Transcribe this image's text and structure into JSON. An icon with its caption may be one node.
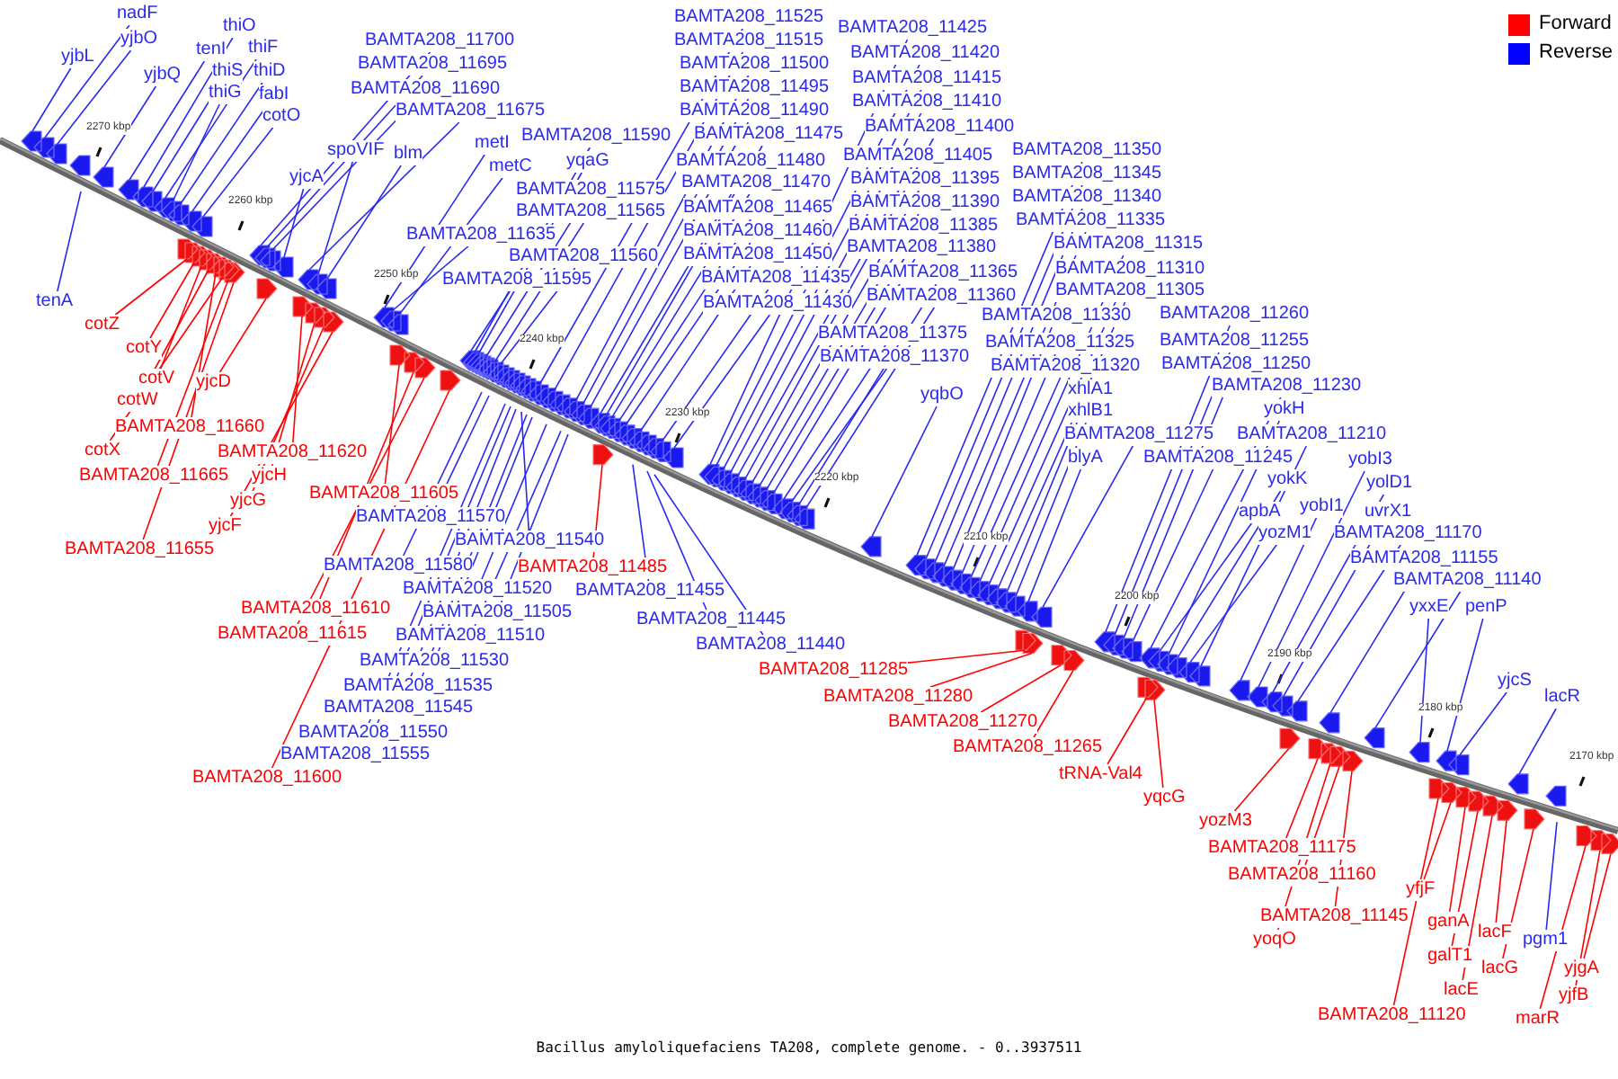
{
  "diagram": {
    "caption": "Bacillus amyloliquefaciens TA208, complete genome. - 0..3937511",
    "nodes": [
      {
        "text": [
          "yjbL"
        ]
      },
      {
        "text": [
          "nadF"
        ]
      },
      {
        "text": [
          "yjbO"
        ]
      },
      {
        "text": [
          "yjbQ"
        ]
      },
      {
        "text": [
          "tenI"
        ]
      },
      {
        "text": [
          "thiO"
        ]
      },
      {
        "text": [
          "thiF"
        ]
      },
      {
        "text": [
          "thiS"
        ]
      },
      {
        "text": [
          "thiD"
        ]
      },
      {
        "text": [
          "thiG"
        ]
      },
      {
        "text": [
          "fabI"
        ]
      },
      {
        "text": [
          "cotO"
        ]
      },
      {
        "text": [
          "BAMTA208_11700"
        ]
      },
      {
        "text": [
          "BAMTA208_11695"
        ]
      },
      {
        "text": [
          "BAMTA208_11690"
        ]
      },
      {
        "text": [
          "BAMTA208_11675"
        ]
      },
      {
        "text": [
          "yjcA"
        ]
      },
      {
        "text": [
          "spoVIF"
        ]
      },
      {
        "text": [
          "blm"
        ]
      },
      {
        "text": [
          "metI"
        ]
      },
      {
        "text": [
          "metC"
        ]
      },
      {
        "text": [
          "BAMTA208_11635"
        ]
      },
      {
        "text": [
          "BAMTA208_11595"
        ]
      },
      {
        "text": [
          "BAMTA208_11590"
        ]
      },
      {
        "text": [
          "yqaG"
        ]
      },
      {
        "text": [
          "BAMTA208_11575"
        ]
      },
      {
        "text": [
          "BAMTA208_11565"
        ]
      },
      {
        "text": [
          "BAMTA208_11560"
        ]
      },
      {
        "text": [
          "BAMTA208_11525"
        ]
      },
      {
        "text": [
          "BAMTA208_11515"
        ]
      },
      {
        "text": [
          "BAMTA208_11500"
        ]
      },
      {
        "text": [
          "BAMTA208_11495"
        ]
      },
      {
        "text": [
          "BAMTA208_11490"
        ]
      },
      {
        "text": [
          "BAMTA208_11475"
        ]
      },
      {
        "text": [
          "BAMTA208_11480"
        ]
      },
      {
        "text": [
          "BAMTA208_11470"
        ]
      },
      {
        "text": [
          "BAMTA208_11465"
        ]
      },
      {
        "text": [
          "BAMTA208_11460"
        ]
      },
      {
        "text": [
          "BAMTA208_11450"
        ]
      },
      {
        "text": [
          "BAMTA208_11435"
        ]
      },
      {
        "text": [
          "BAMTA208_11430"
        ]
      },
      {
        "text": [
          "BAMTA208_11425"
        ]
      },
      {
        "text": [
          "BAMTA208_11420"
        ]
      },
      {
        "text": [
          "BAMTA208_11415"
        ]
      },
      {
        "text": [
          "BAMTA208_11410"
        ]
      },
      {
        "text": [
          "BAMTA208_11400"
        ]
      },
      {
        "text": [
          "BAMTA208_11405"
        ]
      },
      {
        "text": [
          "BAMTA208_11395"
        ]
      },
      {
        "text": [
          "BAMTA208_11390"
        ]
      },
      {
        "text": [
          "BAMTA208_11385"
        ]
      },
      {
        "text": [
          "BAMTA208_11380"
        ]
      },
      {
        "text": [
          "BAMTA208_11365"
        ]
      },
      {
        "text": [
          "BAMTA208_11360"
        ]
      },
      {
        "text": [
          "BAMTA208_11375"
        ]
      },
      {
        "text": [
          "BAMTA208_11370"
        ]
      },
      {
        "text": [
          "yqbO"
        ]
      },
      {
        "text": [
          "BAMTA208_11350"
        ]
      },
      {
        "text": [
          "BAMTA208_11345"
        ]
      },
      {
        "text": [
          "BAMTA208_11340"
        ]
      },
      {
        "text": [
          "BAMTA208_11335"
        ]
      },
      {
        "text": [
          "BAMTA208_11315"
        ]
      },
      {
        "text": [
          "BAMTA208_11310"
        ]
      },
      {
        "text": [
          "BAMTA208_11305"
        ]
      },
      {
        "text": [
          "BAMTA208_11330"
        ]
      },
      {
        "text": [
          "BAMTA208_11325"
        ]
      },
      {
        "text": [
          "BAMTA208_11320"
        ]
      },
      {
        "text": [
          "xhlA1"
        ]
      },
      {
        "text": [
          "xhlB1"
        ]
      },
      {
        "text": [
          "BAMTA208_11275"
        ]
      },
      {
        "text": [
          "blyA"
        ]
      },
      {
        "text": [
          "BAMTA208_11260"
        ]
      },
      {
        "text": [
          "BAMTA208_11255"
        ]
      },
      {
        "text": [
          "BAMTA208_11250"
        ]
      },
      {
        "text": [
          "BAMTA208_11230"
        ]
      },
      {
        "text": [
          "yokH"
        ]
      },
      {
        "text": [
          "BAMTA208_11210"
        ]
      },
      {
        "text": [
          "BAMTA208_11245"
        ]
      },
      {
        "text": [
          "yobI3"
        ]
      },
      {
        "text": [
          "yokK"
        ]
      },
      {
        "text": [
          "yolD1"
        ]
      },
      {
        "text": [
          "apbA"
        ]
      },
      {
        "text": [
          "yobI1"
        ]
      },
      {
        "text": [
          "uvrX1"
        ]
      },
      {
        "text": [
          "yozM1"
        ]
      },
      {
        "text": [
          "BAMTA208_11170"
        ]
      },
      {
        "text": [
          "BAMTA208_11155"
        ]
      },
      {
        "text": [
          "BAMTA208_11140"
        ]
      },
      {
        "text": [
          "yxxE"
        ]
      },
      {
        "text": [
          "penP"
        ]
      },
      {
        "text": [
          "yjcS"
        ]
      },
      {
        "text": [
          "lacR"
        ]
      },
      {
        "text": [
          "tenA"
        ]
      },
      {
        "text": [
          "BAMTA208_11570"
        ]
      },
      {
        "text": [
          "BAMTA208_11540"
        ]
      },
      {
        "text": [
          "BAMTA208_11580"
        ]
      },
      {
        "text": [
          "BAMTA208_11520"
        ]
      },
      {
        "text": [
          "BAMTA208_11505"
        ]
      },
      {
        "text": [
          "BAMTA208_11510"
        ]
      },
      {
        "text": [
          "BAMTA208_11530"
        ]
      },
      {
        "text": [
          "BAMTA208_11535"
        ]
      },
      {
        "text": [
          "BAMTA208_11545"
        ]
      },
      {
        "text": [
          "BAMTA208_11550"
        ]
      },
      {
        "text": [
          "BAMTA208_11555"
        ]
      },
      {
        "text": [
          "BAMTA208_11455"
        ]
      },
      {
        "text": [
          "BAMTA208_11445"
        ]
      },
      {
        "text": [
          "BAMTA208_11440"
        ]
      },
      {
        "text": [
          "pgm1"
        ]
      },
      {
        "text": [
          "cotZ"
        ]
      },
      {
        "text": [
          "cotY"
        ]
      },
      {
        "text": [
          "cotV"
        ]
      },
      {
        "text": [
          "cotW"
        ]
      },
      {
        "text": [
          "yjcD"
        ]
      },
      {
        "text": [
          "BAMTA208_11660"
        ]
      },
      {
        "text": [
          "cotX"
        ]
      },
      {
        "text": [
          "BAMTA208_11620"
        ]
      },
      {
        "text": [
          "BAMTA208_11665"
        ]
      },
      {
        "text": [
          "yjcH"
        ]
      },
      {
        "text": [
          "yjcG"
        ]
      },
      {
        "text": [
          "yjcF"
        ]
      },
      {
        "text": [
          "BAMTA208_11655"
        ]
      },
      {
        "text": [
          "BAMTA208_11605"
        ]
      },
      {
        "text": [
          "BAMTA208_11485"
        ]
      },
      {
        "text": [
          "BAMTA208_11610"
        ]
      },
      {
        "text": [
          "BAMTA208_11615"
        ]
      },
      {
        "text": [
          "BAMTA208_11600"
        ]
      },
      {
        "text": [
          "BAMTA208_11285"
        ]
      },
      {
        "text": [
          "BAMTA208_11280"
        ]
      },
      {
        "text": [
          "BAMTA208_11270"
        ]
      },
      {
        "text": [
          "BAMTA208_11265"
        ]
      },
      {
        "text": [
          "tRNA-Val4"
        ]
      },
      {
        "text": [
          "yqcG"
        ]
      },
      {
        "text": [
          "yozM3"
        ]
      },
      {
        "text": [
          "BAMTA208_11175"
        ]
      },
      {
        "text": [
          "BAMTA208_11160"
        ]
      },
      {
        "text": [
          "BAMTA208_11145"
        ]
      },
      {
        "text": [
          "yoqO"
        ]
      },
      {
        "text": [
          "yfjF"
        ]
      },
      {
        "text": [
          "ganA"
        ]
      },
      {
        "text": [
          "galT1"
        ]
      },
      {
        "text": [
          "lacE"
        ]
      },
      {
        "text": [
          "lacF"
        ]
      },
      {
        "text": [
          "lacG"
        ]
      },
      {
        "text": [
          "BAMTA208_11120"
        ]
      },
      {
        "text": [
          "marR"
        ]
      },
      {
        "text": [
          "yjfB"
        ]
      },
      {
        "text": [
          "yjgA"
        ]
      }
    ],
    "edges": [
      {
        "from": 0,
        "to": null,
        "arrow": "none"
      },
      {
        "from": 1,
        "to": null,
        "arrow": "none"
      },
      {
        "from": 2,
        "to": null,
        "arrow": "none"
      },
      {
        "from": 3,
        "to": null,
        "arrow": "none"
      },
      {
        "from": 4,
        "to": null,
        "arrow": "none"
      },
      {
        "from": 5,
        "to": null,
        "arrow": "none"
      },
      {
        "from": 6,
        "to": null,
        "arrow": "none"
      },
      {
        "from": 7,
        "to": null,
        "arrow": "none"
      },
      {
        "from": 8,
        "to": null,
        "arrow": "none"
      },
      {
        "from": 9,
        "to": null,
        "arrow": "none"
      },
      {
        "from": 10,
        "to": null,
        "arrow": "none"
      },
      {
        "from": 11,
        "to": null,
        "arrow": "none"
      },
      {
        "from": 12,
        "to": null,
        "arrow": "none"
      },
      {
        "from": 13,
        "to": null,
        "arrow": "none"
      },
      {
        "from": 14,
        "to": null,
        "arrow": "none"
      },
      {
        "from": 15,
        "to": null,
        "arrow": "none"
      },
      {
        "from": 16,
        "to": null,
        "arrow": "none"
      },
      {
        "from": 17,
        "to": null,
        "arrow": "none"
      },
      {
        "from": 18,
        "to": null,
        "arrow": "none"
      },
      {
        "from": 19,
        "to": null,
        "arrow": "none"
      },
      {
        "from": 20,
        "to": null,
        "arrow": "none"
      },
      {
        "from": 21,
        "to": null,
        "arrow": "none"
      },
      {
        "from": 22,
        "to": null,
        "arrow": "none"
      },
      {
        "from": 23,
        "to": null,
        "arrow": "none"
      },
      {
        "from": 24,
        "to": null,
        "arrow": "none"
      },
      {
        "from": 25,
        "to": null,
        "arrow": "none"
      },
      {
        "from": 26,
        "to": null,
        "arrow": "none"
      },
      {
        "from": 27,
        "to": null,
        "arrow": "none"
      },
      {
        "from": 28,
        "to": null,
        "arrow": "none"
      },
      {
        "from": 29,
        "to": null,
        "arrow": "none"
      },
      {
        "from": 30,
        "to": null,
        "arrow": "none"
      },
      {
        "from": 31,
        "to": null,
        "arrow": "none"
      },
      {
        "from": 32,
        "to": null,
        "arrow": "none"
      },
      {
        "from": 33,
        "to": null,
        "arrow": "none"
      },
      {
        "from": 34,
        "to": null,
        "arrow": "none"
      },
      {
        "from": 35,
        "to": null,
        "arrow": "none"
      },
      {
        "from": 36,
        "to": null,
        "arrow": "none"
      },
      {
        "from": 37,
        "to": null,
        "arrow": "none"
      },
      {
        "from": 38,
        "to": null,
        "arrow": "none"
      },
      {
        "from": 39,
        "to": null,
        "arrow": "none"
      },
      {
        "from": 40,
        "to": null,
        "arrow": "none"
      },
      {
        "from": 41,
        "to": null,
        "arrow": "none"
      },
      {
        "from": 42,
        "to": null,
        "arrow": "none"
      },
      {
        "from": 43,
        "to": null,
        "arrow": "none"
      },
      {
        "from": 44,
        "to": null,
        "arrow": "none"
      },
      {
        "from": 45,
        "to": null,
        "arrow": "none"
      },
      {
        "from": 46,
        "to": null,
        "arrow": "none"
      },
      {
        "from": 47,
        "to": null,
        "arrow": "none"
      },
      {
        "from": 48,
        "to": null,
        "arrow": "none"
      },
      {
        "from": 49,
        "to": null,
        "arrow": "none"
      },
      {
        "from": 50,
        "to": null,
        "arrow": "none"
      },
      {
        "from": 51,
        "to": null,
        "arrow": "none"
      },
      {
        "from": 52,
        "to": null,
        "arrow": "none"
      },
      {
        "from": 53,
        "to": null,
        "arrow": "none"
      },
      {
        "from": 54,
        "to": null,
        "arrow": "none"
      },
      {
        "from": 55,
        "to": null,
        "arrow": "none"
      },
      {
        "from": 56,
        "to": null,
        "arrow": "none"
      },
      {
        "from": 57,
        "to": null,
        "arrow": "none"
      },
      {
        "from": 58,
        "to": null,
        "arrow": "none"
      },
      {
        "from": 59,
        "to": null,
        "arrow": "none"
      },
      {
        "from": 60,
        "to": null,
        "arrow": "none"
      },
      {
        "from": 61,
        "to": null,
        "arrow": "none"
      },
      {
        "from": 62,
        "to": null,
        "arrow": "none"
      },
      {
        "from": 63,
        "to": null,
        "arrow": "none"
      },
      {
        "from": 64,
        "to": null,
        "arrow": "none"
      },
      {
        "from": 65,
        "to": null,
        "arrow": "none"
      },
      {
        "from": 66,
        "to": null,
        "arrow": "none"
      },
      {
        "from": 67,
        "to": null,
        "arrow": "none"
      },
      {
        "from": 68,
        "to": null,
        "arrow": "none"
      },
      {
        "from": 69,
        "to": null,
        "arrow": "none"
      },
      {
        "from": 70,
        "to": null,
        "arrow": "none"
      },
      {
        "from": 71,
        "to": null,
        "arrow": "none"
      },
      {
        "from": 72,
        "to": null,
        "arrow": "none"
      },
      {
        "from": 73,
        "to": null,
        "arrow": "none"
      },
      {
        "from": 74,
        "to": null,
        "arrow": "none"
      },
      {
        "from": 75,
        "to": null,
        "arrow": "none"
      },
      {
        "from": 76,
        "to": null,
        "arrow": "none"
      },
      {
        "from": 77,
        "to": null,
        "arrow": "none"
      },
      {
        "from": 78,
        "to": null,
        "arrow": "none"
      },
      {
        "from": 79,
        "to": null,
        "arrow": "none"
      },
      {
        "from": 80,
        "to": null,
        "arrow": "none"
      },
      {
        "from": 81,
        "to": null,
        "arrow": "none"
      },
      {
        "from": 82,
        "to": null,
        "arrow": "none"
      },
      {
        "from": 83,
        "to": null,
        "arrow": "none"
      },
      {
        "from": 84,
        "to": null,
        "arrow": "none"
      },
      {
        "from": 85,
        "to": null,
        "arrow": "none"
      },
      {
        "from": 86,
        "to": null,
        "arrow": "none"
      },
      {
        "from": 87,
        "to": null,
        "arrow": "none"
      },
      {
        "from": 88,
        "to": null,
        "arrow": "none"
      },
      {
        "from": 89,
        "to": null,
        "arrow": "none"
      },
      {
        "from": 90,
        "to": null,
        "arrow": "none"
      },
      {
        "from": 91,
        "to": null,
        "arrow": "none"
      },
      {
        "from": 92,
        "to": null,
        "arrow": "none"
      },
      {
        "from": 93,
        "to": null,
        "arrow": "none"
      },
      {
        "from": 94,
        "to": null,
        "arrow": "none"
      },
      {
        "from": 95,
        "to": null,
        "arrow": "none"
      },
      {
        "from": 96,
        "to": null,
        "arrow": "none"
      },
      {
        "from": 97,
        "to": null,
        "arrow": "none"
      },
      {
        "from": 98,
        "to": null,
        "arrow": "none"
      },
      {
        "from": 99,
        "to": null,
        "arrow": "none"
      },
      {
        "from": 100,
        "to": null,
        "arrow": "none"
      },
      {
        "from": 101,
        "to": null,
        "arrow": "none"
      },
      {
        "from": 102,
        "to": null,
        "arrow": "none"
      },
      {
        "from": 103,
        "to": null,
        "arrow": "none"
      },
      {
        "from": 104,
        "to": null,
        "arrow": "none"
      },
      {
        "from": 105,
        "to": null,
        "arrow": "none"
      },
      {
        "from": 106,
        "to": null,
        "arrow": "none"
      },
      {
        "from": 107,
        "to": null,
        "arrow": "none",
        "color": "#ff0000"
      },
      {
        "from": 108,
        "to": null,
        "arrow": "none",
        "color": "#ff0000"
      },
      {
        "from": 109,
        "to": null,
        "arrow": "none",
        "color": "#ff0000"
      },
      {
        "from": 110,
        "to": null,
        "arrow": "none",
        "color": "#ff0000"
      },
      {
        "from": 111,
        "to": null,
        "arrow": "none",
        "color": "#ff0000"
      },
      {
        "from": 112,
        "to": null,
        "arrow": "none",
        "color": "#ff0000"
      },
      {
        "from": 113,
        "to": null,
        "arrow": "none",
        "color": "#ff0000"
      },
      {
        "from": 114,
        "to": null,
        "arrow": "none",
        "color": "#ff0000"
      },
      {
        "from": 115,
        "to": null,
        "arrow": "none",
        "color": "#ff0000"
      },
      {
        "from": 116,
        "to": null,
        "arrow": "none",
        "color": "#ff0000"
      },
      {
        "from": 117,
        "to": null,
        "arrow": "none",
        "color": "#ff0000"
      },
      {
        "from": 118,
        "to": null,
        "arrow": "none",
        "color": "#ff0000"
      },
      {
        "from": 119,
        "to": null,
        "arrow": "none",
        "color": "#ff0000"
      },
      {
        "from": 120,
        "to": null,
        "arrow": "none",
        "color": "#ff0000"
      },
      {
        "from": 121,
        "to": null,
        "arrow": "none",
        "color": "#ff0000"
      },
      {
        "from": 122,
        "to": null,
        "arrow": "none",
        "color": "#ff0000"
      },
      {
        "from": 123,
        "to": null,
        "arrow": "none",
        "color": "#ff0000"
      },
      {
        "from": 124,
        "to": null,
        "arrow": "none",
        "color": "#ff0000"
      },
      {
        "from": 125,
        "to": null,
        "arrow": "none",
        "color": "#ff0000"
      },
      {
        "from": 126,
        "to": null,
        "arrow": "none",
        "color": "#ff0000"
      },
      {
        "from": 127,
        "to": null,
        "arrow": "none",
        "color": "#ff0000"
      },
      {
        "from": 128,
        "to": null,
        "arrow": "none",
        "color": "#ff0000"
      },
      {
        "from": 129,
        "to": null,
        "arrow": "none",
        "color": "#ff0000"
      },
      {
        "from": 130,
        "to": null,
        "arrow": "none",
        "color": "#ff0000"
      },
      {
        "from": 131,
        "to": null,
        "arrow": "none",
        "color": "#ff0000"
      },
      {
        "from": 132,
        "to": null,
        "arrow": "none",
        "color": "#ff0000"
      },
      {
        "from": 133,
        "to": null,
        "arrow": "none",
        "color": "#ff0000"
      },
      {
        "from": 134,
        "to": null,
        "arrow": "none",
        "color": "#ff0000"
      },
      {
        "from": 135,
        "to": null,
        "arrow": "none",
        "color": "#ff0000"
      },
      {
        "from": 136,
        "to": null,
        "arrow": "none",
        "color": "#ff0000"
      },
      {
        "from": 137,
        "to": null,
        "arrow": "none",
        "color": "#ff0000"
      },
      {
        "from": 138,
        "to": null,
        "arrow": "none",
        "color": "#ff0000"
      },
      {
        "from": 139,
        "to": null,
        "arrow": "none",
        "color": "#ff0000"
      },
      {
        "from": 140,
        "to": null,
        "arrow": "none",
        "color": "#ff0000"
      },
      {
        "from": 141,
        "to": null,
        "arrow": "none",
        "color": "#ff0000"
      },
      {
        "from": 142,
        "to": null,
        "arrow": "none",
        "color": "#ff0000"
      },
      {
        "from": 143,
        "to": null,
        "arrow": "none",
        "color": "#ff0000"
      },
      {
        "from": 144,
        "to": null,
        "arrow": "none",
        "color": "#ff0000"
      },
      {
        "from": 145,
        "to": null,
        "arrow": "none",
        "color": "#ff0000"
      }
    ],
    "labels": [
      "2270 kbp",
      "2260 kbp",
      "2250 kbp",
      "2240 kbp",
      "2230 kbp",
      "2220 kbp",
      "2210 kbp",
      "2200 kbp",
      "2190 kbp",
      "2180 kbp",
      "2170 kbp"
    ],
    "legend": [
      {
        "text": "Forward",
        "color": "#ff0000"
      },
      {
        "text": "Reverse",
        "color": "#0000ff"
      }
    ]
  }
}
